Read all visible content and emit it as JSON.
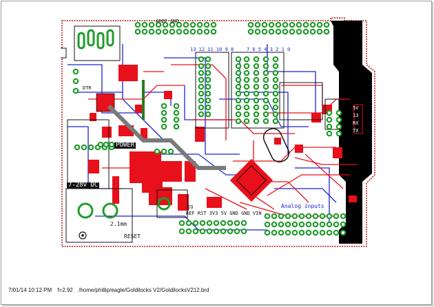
{
  "board": {
    "labels": {
      "aref_gnd": "AREF GND",
      "header_top": "13 12 11 10 9 8",
      "header_top2": "7 6 5 4 3 2 1 0",
      "dtr": "DTR",
      "power": "POWER",
      "vin_range": "7-28V DC",
      "current": "2.1mm",
      "reset": "RESET",
      "io": "IO",
      "power_header": "REF RST 3V3 5V GND GND VIN",
      "analog_inputs": "Analog inputs",
      "led_5v": "5V",
      "led_13": "13",
      "led_rx": "RX",
      "led_tx": "TX"
    },
    "colors": {
      "copper_top": "#e8101a",
      "copper_bottom": "#1a22d8",
      "pad": "#1f9b2a",
      "silk": "#111111",
      "board_edge": "#000000"
    }
  },
  "footer": {
    "timestamp": "7/01/14 10:12 PM",
    "zoom": "f=2.92",
    "path": "/home/phillip/eagle/Goldilocks V2/GoldilocksV212.brd"
  }
}
